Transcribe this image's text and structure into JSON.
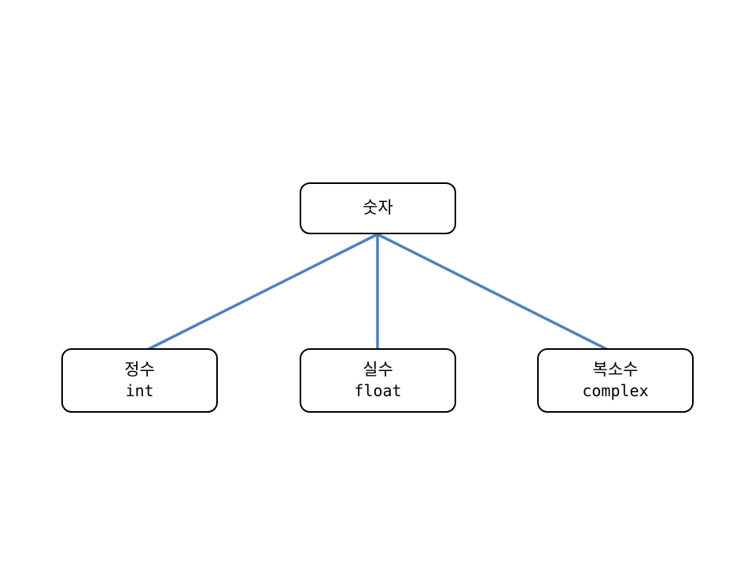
{
  "diagram": {
    "root": {
      "label": "숫자"
    },
    "children": [
      {
        "label": "정수",
        "code": "int"
      },
      {
        "label": "실수",
        "code": "float"
      },
      {
        "label": "복소수",
        "code": "complex"
      }
    ],
    "colors": {
      "connector": "#4F81BD",
      "node_border": "#000000",
      "node_fill": "#FFFFFF",
      "background": "#FFFFFF",
      "text": "#000000"
    }
  }
}
